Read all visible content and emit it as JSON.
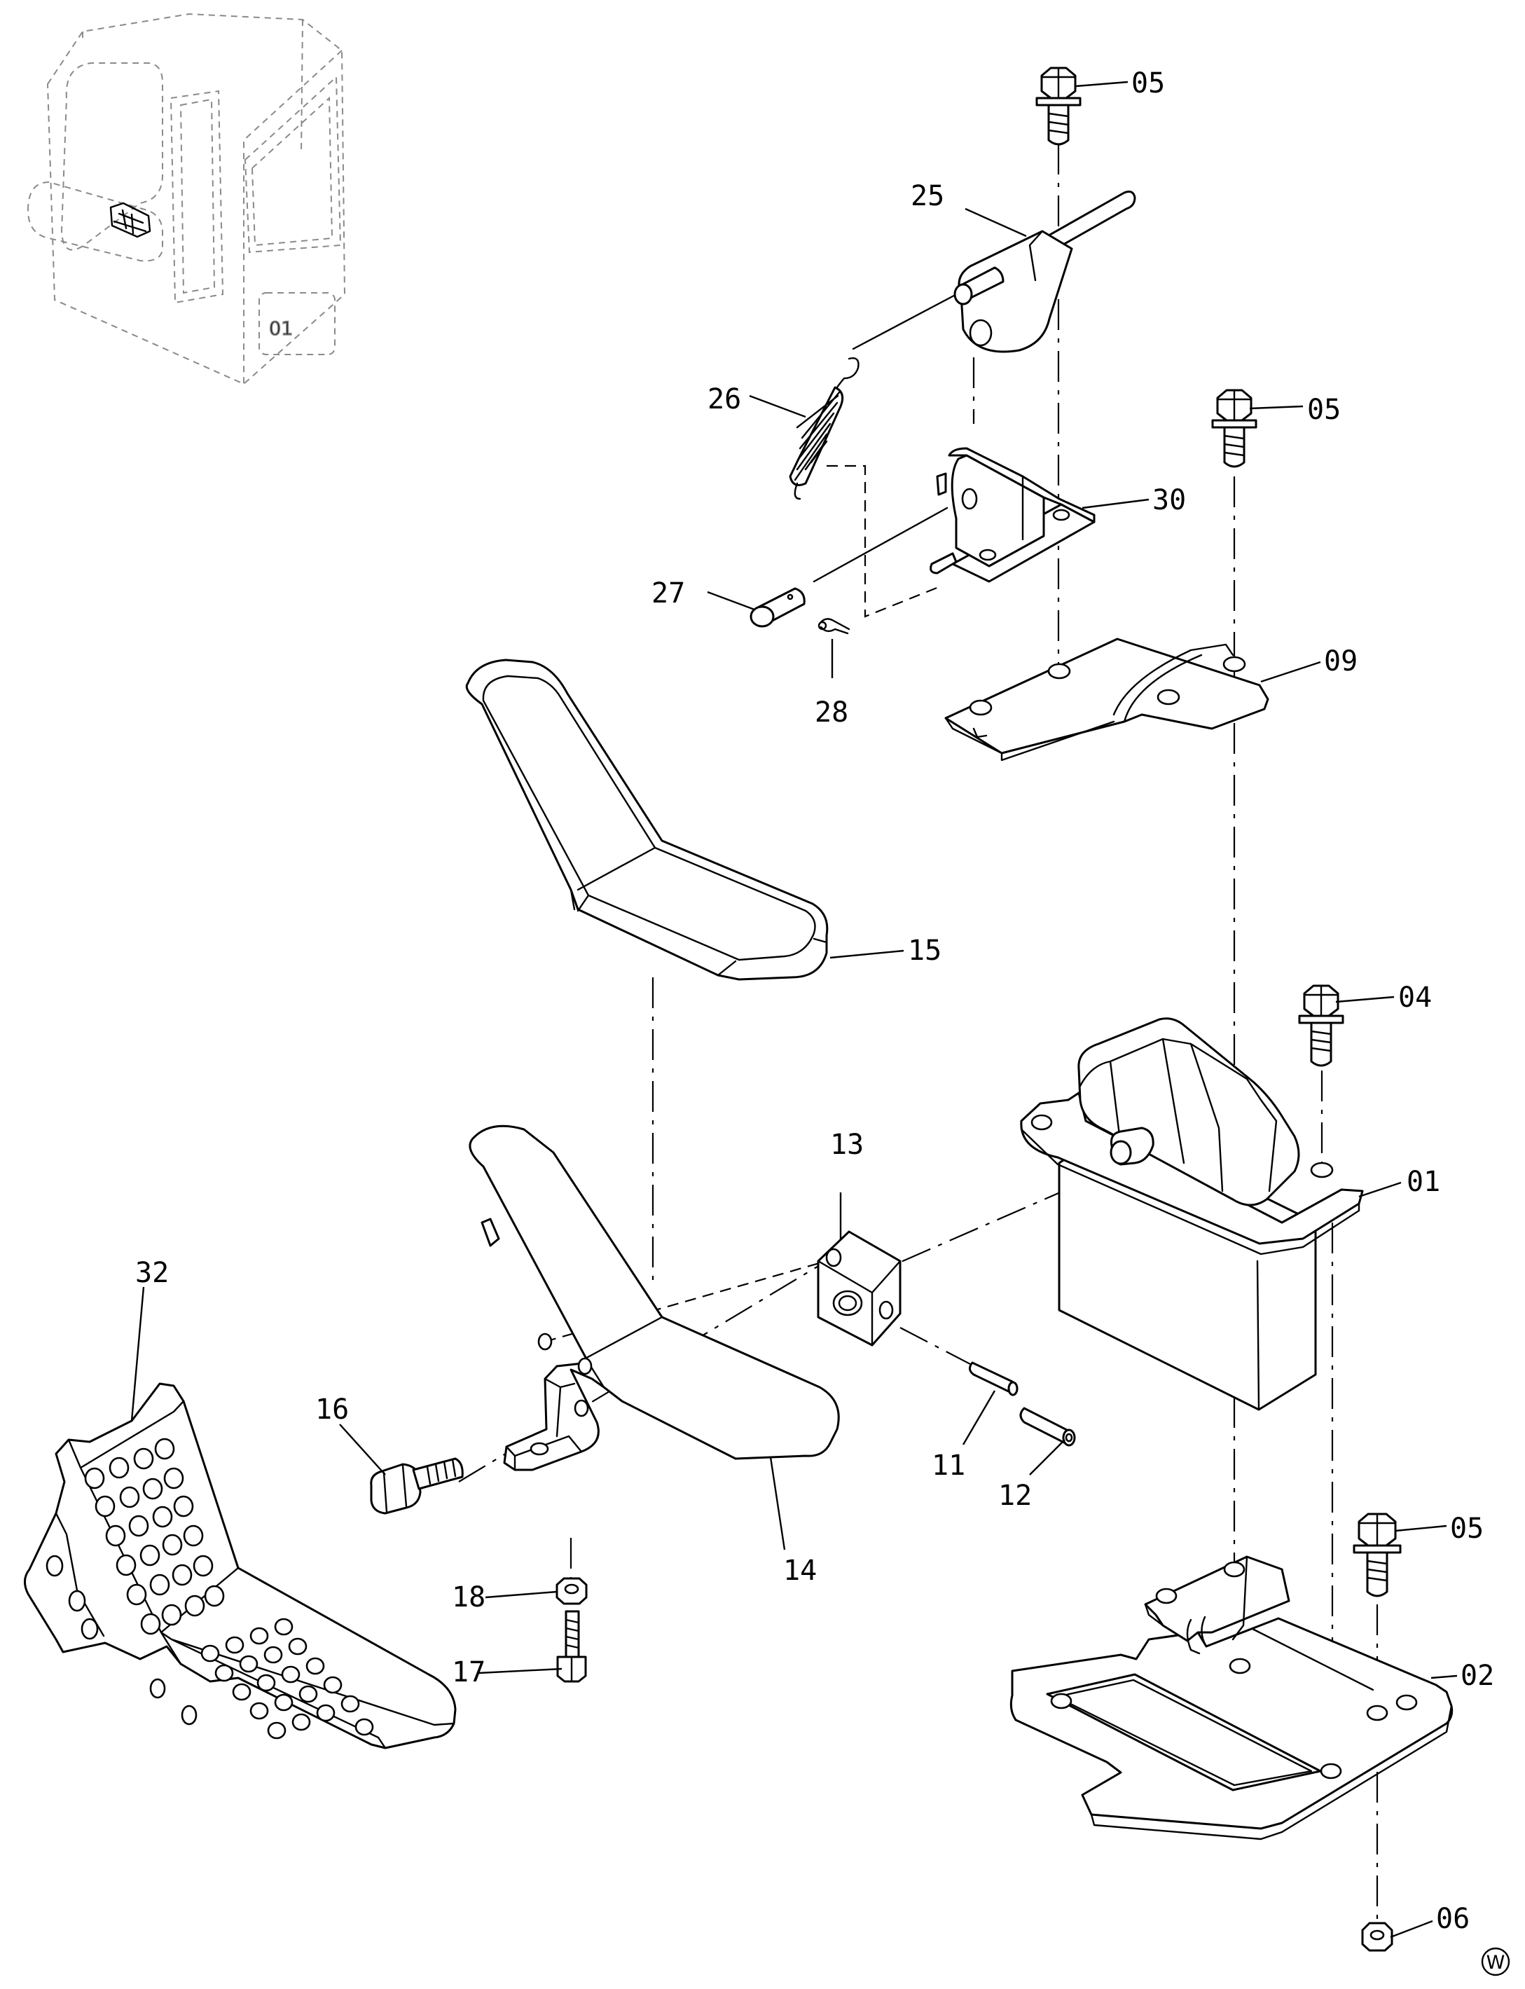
{
  "labels": {
    "p01": "01",
    "p02": "02",
    "p04": "04",
    "p05a": "05",
    "p05b": "05",
    "p05c": "05",
    "p06": "06",
    "p09": "09",
    "p11": "11",
    "p12": "12",
    "p13": "13",
    "p14": "14",
    "p15": "15",
    "p16": "16",
    "p17": "17",
    "p18": "18",
    "p25": "25",
    "p26": "26",
    "p27": "27",
    "p28": "28",
    "p30": "30",
    "p32": "32"
  },
  "cab_mark": "01",
  "corner_mark": "W",
  "icons": {
    "cab_locator": "cab-locator-icon",
    "corner": "w-circle-icon"
  },
  "colors": {
    "line": "#000000",
    "background": "#ffffff",
    "ghost_line": "#8a8a8a"
  }
}
